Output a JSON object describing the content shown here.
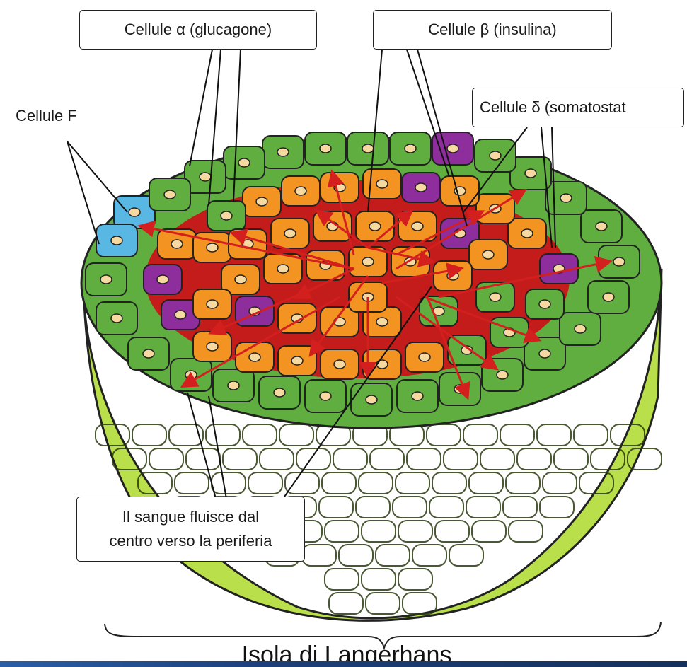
{
  "labels": {
    "alpha": "Cellule α  (glucagone)",
    "beta": "Cellule β (insulina)",
    "delta": "Cellule δ (somatostat",
    "f": "Cellule F",
    "blood_line1": "Il sangue fluisce dal",
    "blood_line2": "centro verso la periferia",
    "title": "Isola di Langerhans"
  },
  "colors": {
    "alpha_cell": "#5fae3f",
    "beta_cell": "#f39422",
    "delta_cell": "#8e2d9c",
    "f_cell": "#58b7e3",
    "outer_cell": "#b9e04a",
    "blood": "#d41f1f",
    "nucleus": "#f6d9a0"
  }
}
